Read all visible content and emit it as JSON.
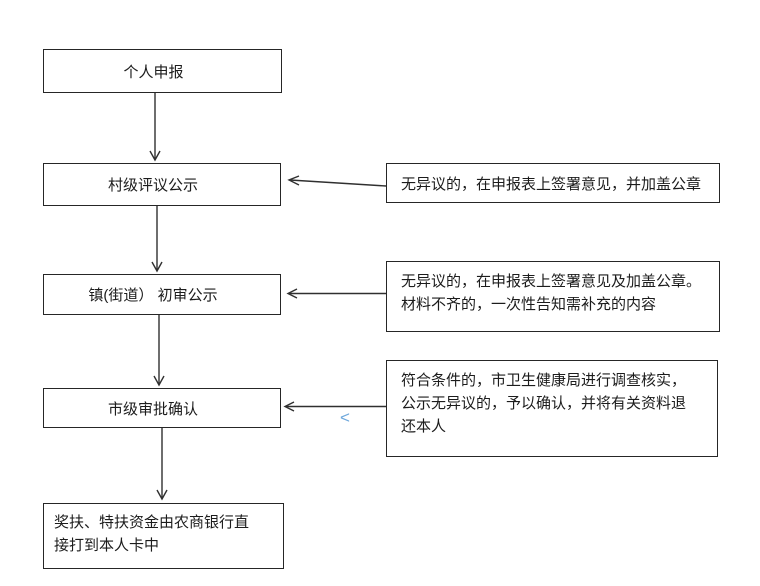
{
  "colors": {
    "background": "#ffffff",
    "box_border": "#262626",
    "text": "#1c1c1c",
    "arrow_line": "#303030",
    "stray_char_blue": "#6fa8dc"
  },
  "flowchart": {
    "steps": [
      {
        "label": "个人申报"
      },
      {
        "label": "村级评议公示"
      },
      {
        "label": "镇(街道） 初审公示"
      },
      {
        "label": "市级审批确认"
      },
      {
        "label": "奖扶、特扶资金由农商银行直\n接打到本人卡中"
      }
    ],
    "notes": [
      {
        "text": "无异议的，在申报表上签署意见，并加盖公章"
      },
      {
        "text": "无异议的，在申报表上签署意见及加盖公章。\n材料不齐的，一次性告知需补充的内容"
      },
      {
        "text": "符合条件的，市卫生健康局进行调查核实，\n公示无异议的，予以确认，并将有关资料退\n还本人"
      }
    ],
    "stray_char": "<"
  }
}
